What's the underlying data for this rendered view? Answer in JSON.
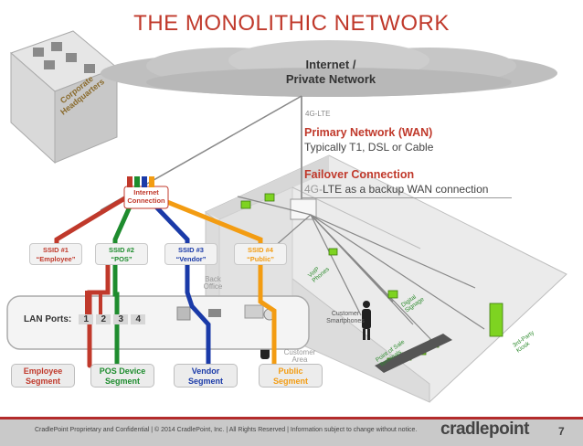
{
  "slide": {
    "title": "THE MONOLITHIC NETWORK",
    "page_number": "7"
  },
  "cloud": {
    "label_line1": "Internet /",
    "label_line2": "Private Network"
  },
  "hq": {
    "label_line1": "Corporate",
    "label_line2": "Headquarters"
  },
  "wan": {
    "link_label": "4G-LTE",
    "primary_title": "Primary Network (WAN)",
    "primary_sub": "Typically T1, DSL or Cable",
    "failover_title": "Failover Connection",
    "failover_sub_lte": "4G-",
    "failover_sub_rest": "LTE as a backup WAN connection"
  },
  "router": {
    "internet_connection_line1": "Internet",
    "internet_connection_line2": "Connection",
    "lan_ports_label": "LAN Ports:",
    "lan_port_numbers": [
      "1",
      "2",
      "3",
      "4"
    ]
  },
  "ssids": [
    {
      "line1": "SSID #1",
      "line2": "“Employee”",
      "color": "#c0392b"
    },
    {
      "line1": "SSID #2",
      "line2": "“POS”",
      "color": "#1e8c2e"
    },
    {
      "line1": "SSID #3",
      "line2": "“Vendor”",
      "color": "#1a3aa8"
    },
    {
      "line1": "SSID #4",
      "line2": "“Public”",
      "color": "#f39c12"
    }
  ],
  "segments": [
    {
      "line1": "Employee",
      "line2": "Segment",
      "color": "#c0392b"
    },
    {
      "line1": "POS Device",
      "line2": "Segment",
      "color": "#1e8c2e"
    },
    {
      "line1": "Vendor",
      "line2": "Segment",
      "color": "#1a3aa8"
    },
    {
      "line1": "Public",
      "line2": "Segment",
      "color": "#f39c12"
    }
  ],
  "scene": {
    "back_office_line1": "Back",
    "back_office_line2": "Office",
    "customer_area_line1": "Customer",
    "customer_area_line2": "Area",
    "customer_smartphones_line1": "Customer",
    "customer_smartphones_line2": "Smartphones",
    "voip_phones_line1": "VoIP",
    "voip_phones_line2": "Phones",
    "digital_signage_line1": "Digital",
    "digital_signage_line2": "Signage",
    "pos_terminals_line1": "Point of Sale",
    "pos_terminals_line2": "Terminals",
    "third_party_kiosk_line1": "3rd-Party",
    "third_party_kiosk_line2": "Kiosk"
  },
  "footer": {
    "text": "CradlePoint Proprietary and Confidential  |  © 2014 CradlePoint, Inc.  |  All Rights Reserved  |  Information subject to change without notice.",
    "brand": "cradlepoint"
  },
  "colors": {
    "title_red": "#c0392b",
    "employee_red": "#c0392b",
    "pos_green": "#1e8c2e",
    "vendor_blue": "#1a3aa8",
    "public_orange": "#f39c12",
    "device_green": "#7ed321"
  }
}
